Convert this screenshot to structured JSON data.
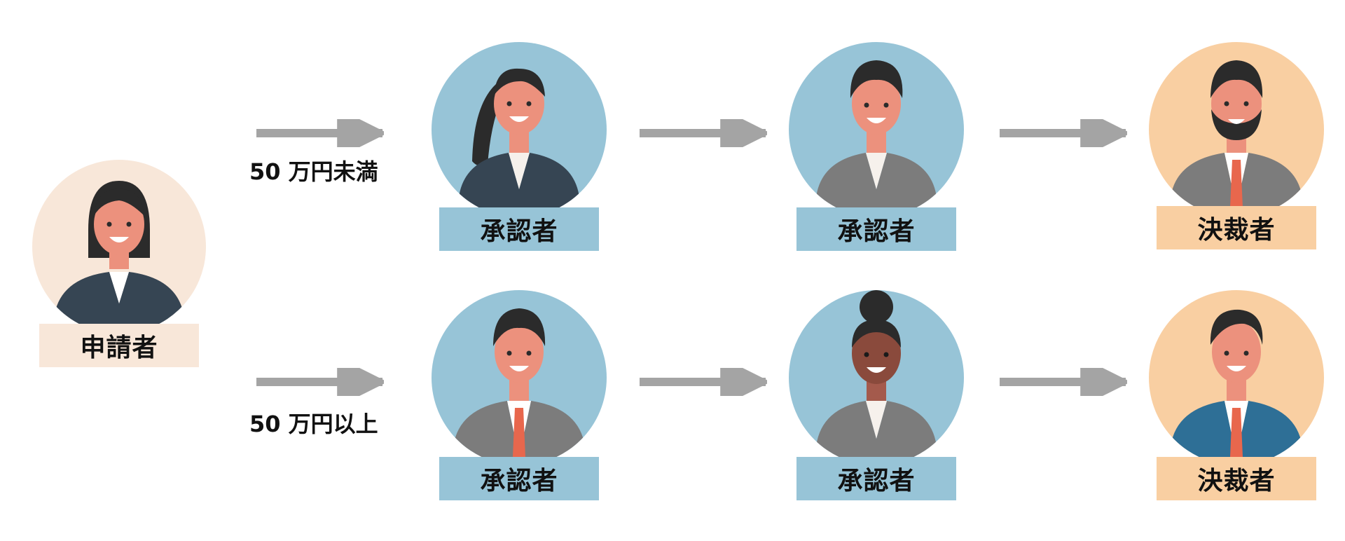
{
  "colors": {
    "applicant": "#f8e7d9",
    "approver": "#97c4d7",
    "final_approver": "#f9cfa2",
    "arrow": "#a4a4a4",
    "skin": "#ec917d",
    "hair": "#2b2b2b",
    "suit_dark": "#364553",
    "suit_gray": "#7c7c7c",
    "suit_blue": "#2e6f96",
    "tie": "#e8674d"
  },
  "applicant": {
    "label": "申請者",
    "icon": "woman-dark-suit-avatar-icon"
  },
  "rows": [
    {
      "condition": "50 万円未満",
      "steps": [
        {
          "label": "承認者",
          "icon": "woman-ponytail-avatar-icon"
        },
        {
          "label": "承認者",
          "icon": "man-gray-suit-avatar-icon"
        },
        {
          "label": "決裁者",
          "icon": "bearded-man-avatar-icon"
        }
      ]
    },
    {
      "condition": "50 万円以上",
      "steps": [
        {
          "label": "承認者",
          "icon": "man-tie-avatar-icon"
        },
        {
          "label": "承認者",
          "icon": "woman-bun-avatar-icon"
        },
        {
          "label": "決裁者",
          "icon": "man-blue-suit-avatar-icon"
        }
      ]
    }
  ]
}
